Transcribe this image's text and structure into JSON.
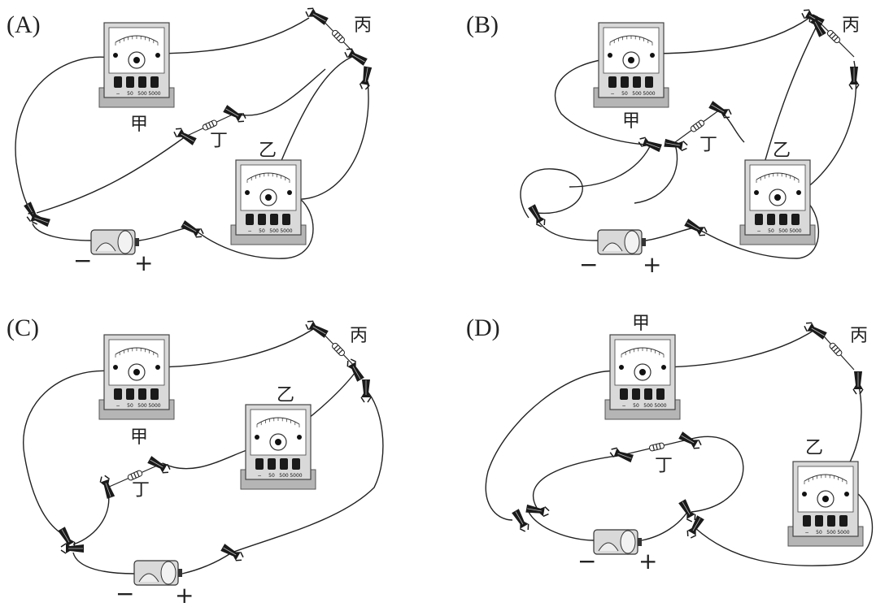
{
  "panels": [
    {
      "label": "(A)",
      "meter_a": "甲",
      "meter_b": "乙",
      "resistor_c": "丙",
      "resistor_d": "丁",
      "minus": "−",
      "plus": "+"
    },
    {
      "label": "(B)",
      "meter_a": "甲",
      "meter_b": "乙",
      "resistor_c": "丙",
      "resistor_d": "丁",
      "minus": "−",
      "plus": "+"
    },
    {
      "label": "(C)",
      "meter_a": "甲",
      "meter_b": "乙",
      "resistor_c": "丙",
      "resistor_d": "丁",
      "minus": "−",
      "plus": "+"
    },
    {
      "label": "(D)",
      "meter_a": "甲",
      "meter_b": "乙",
      "resistor_c": "丙",
      "resistor_d": "丁",
      "minus": "−",
      "plus": "+"
    }
  ],
  "meter_terminals": [
    "−",
    "50",
    "500",
    "5000"
  ]
}
